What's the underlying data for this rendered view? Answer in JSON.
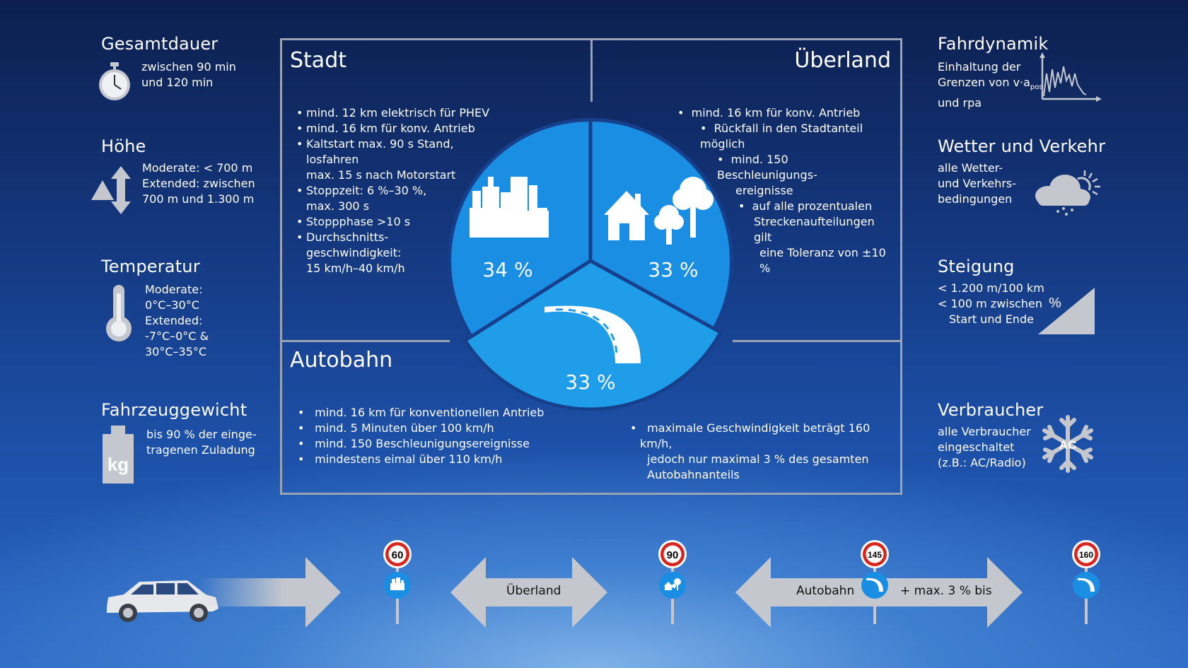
{
  "left": {
    "duration": {
      "title": "Gesamtdauer",
      "lines": [
        "zwischen 90 min",
        "und 120 min"
      ],
      "icon": "stopwatch-icon"
    },
    "altitude": {
      "title": "Höhe",
      "lines": [
        "Moderate: < 700 m",
        "Extended: zwischen",
        "700 m und 1.300 m"
      ],
      "icon": "altitude-icon"
    },
    "temperature": {
      "title": "Temperatur",
      "lines": [
        "Moderate:",
        "0°C–30°C",
        "Extended:",
        "-7°C–0°C &",
        "30°C–35°C"
      ],
      "icon": "thermometer-icon"
    },
    "weight": {
      "title": "Fahrzeuggewicht",
      "lines": [
        "bis 90 % der einge-",
        "tragenen Zuladung"
      ],
      "icon_text": "kg"
    }
  },
  "right": {
    "dynamics": {
      "title": "Fahrdynamik",
      "lines": [
        "Einhaltung der",
        "Grenzen von v·a",
        "und rpa"
      ],
      "subscript": "pos"
    },
    "weather": {
      "title": "Wetter und Verkehr",
      "lines": [
        "alle Wetter-",
        "und Verkehrs-",
        "bedingungen"
      ]
    },
    "gradient": {
      "title": "Steigung",
      "lines": [
        "< 1.200 m/100 km",
        "< 100 m zwischen",
        "Start und Ende"
      ],
      "icon_text": "%"
    },
    "consumers": {
      "title": "Verbraucher",
      "lines": [
        "alle Verbraucher",
        "eingeschaltet",
        "(z.B.: AC/Radio)"
      ],
      "icon_text": "AC"
    }
  },
  "panel": {
    "city": {
      "title": "Stadt",
      "bullets": [
        "mind. 12 km elektrisch für PHEV",
        "mind. 16 km für konv. Antrieb",
        "Kaltstart max. 90 s Stand, losfahren",
        "max. 15 s nach Motorstart",
        "Stoppzeit: 6 %–30 %,",
        "max. 300 s",
        "Stoppphase >10 s",
        "Durchschnitts-",
        "geschwindigkeit:",
        "15 km/h–40 km/h"
      ]
    },
    "rural": {
      "title": "Überland",
      "bullets": [
        "mind. 16 km für konv. Antrieb",
        "Rückfall in den Stadtanteil möglich",
        "mind. 150 Beschleunigungs-",
        "ereignisse",
        "auf alle prozentualen",
        "Streckenaufteilungen gilt",
        "eine Toleranz von ±10 %"
      ]
    },
    "motorway": {
      "title": "Autobahn",
      "bullets": [
        "mind. 16 km für konventionellen Antrieb",
        "mind. 5 Minuten über 100 km/h",
        "mind. 150 Beschleunigungsereignisse",
        "mindestens eimal über 110 km/h"
      ],
      "bullets_right": [
        "maximale Geschwindigkeit beträgt 160 km/h,",
        "jedoch nur maximal 3 % des gesamten",
        "Autobahnanteils"
      ]
    }
  },
  "pie": {
    "slices": [
      {
        "label": "34 %",
        "value": 34,
        "color": "#1a8ee2"
      },
      {
        "label": "33 %",
        "value": 33,
        "color": "#1a8ee2"
      },
      {
        "label": "33 %",
        "value": 33,
        "color": "#1f9de8"
      }
    ]
  },
  "timeline": {
    "arrow_labels": [
      "Überland",
      "Autobahn",
      "+ max. 3 % bis"
    ],
    "signs": [
      "60",
      "90",
      "145",
      "160"
    ]
  }
}
